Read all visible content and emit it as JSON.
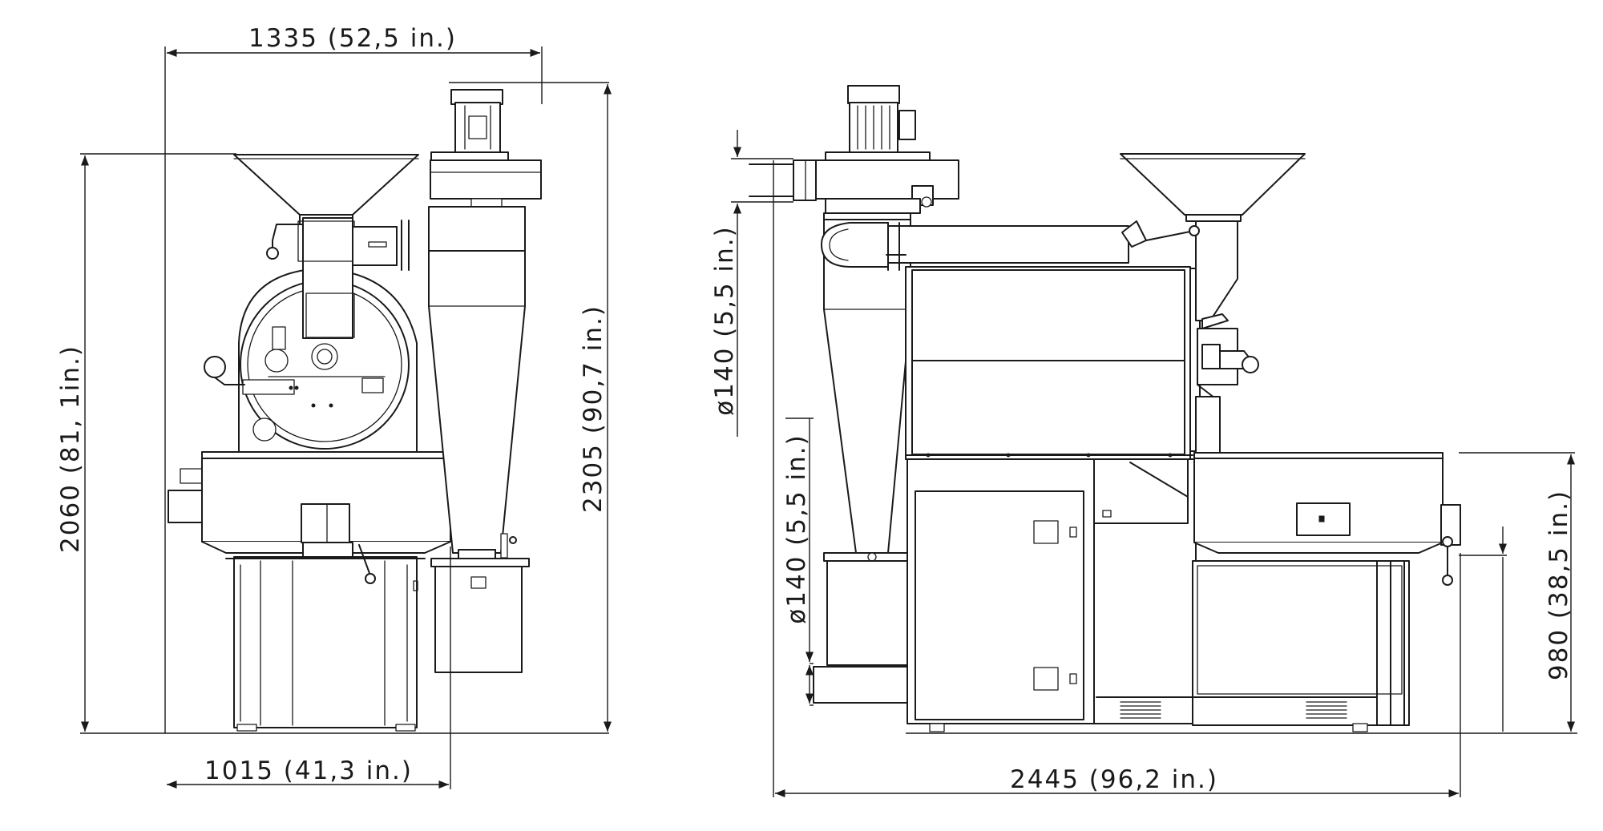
{
  "drawing": {
    "colors": {
      "line": "#1a1a1a",
      "background": "#ffffff"
    },
    "dimensions": {
      "front_top_width": "1335 (52,5 in.)",
      "front_base_width": "1015 (41,3 in.)",
      "front_height": "2060 (81, 1in.)",
      "total_height": "2305 (90,7 in.)",
      "chimney_diameter_upper": "ø140 (5,5 in.)",
      "chimney_diameter_lower": "ø140 (5,5 in.)",
      "cooling_tray_height": "980 (38,5 in.)",
      "side_total_length": "2445 (96,2 in.)"
    }
  }
}
